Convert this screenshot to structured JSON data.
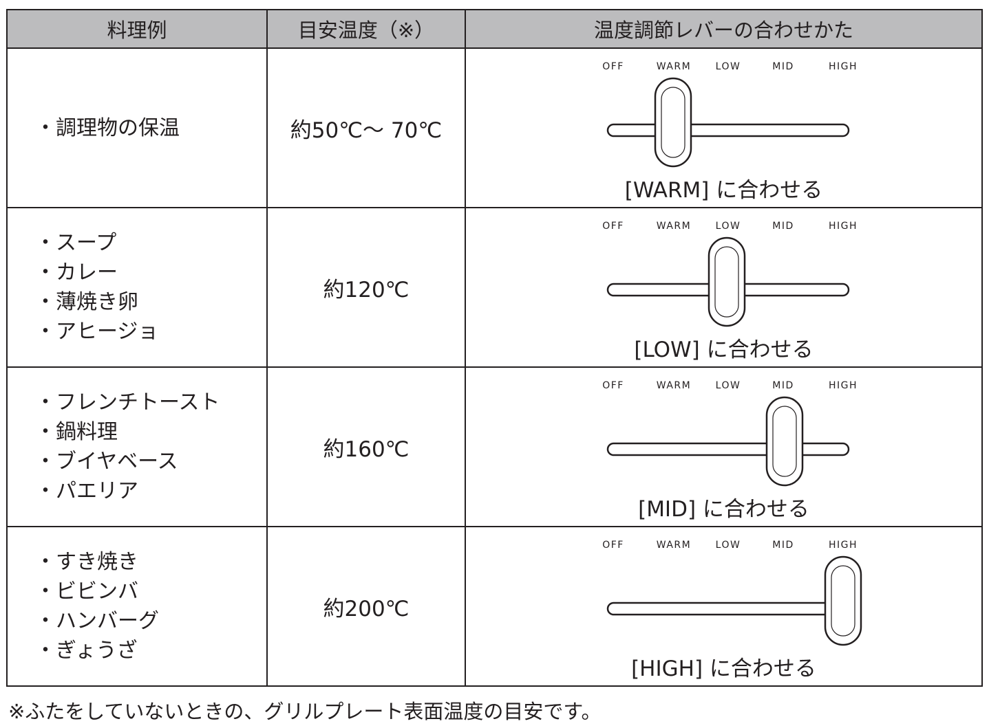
{
  "header": {
    "dish_examples": "料理例",
    "target_temperature": "目安温度（※）",
    "lever_setting": "温度調節レバーの合わせかた"
  },
  "positions": [
    "OFF",
    "WARM",
    "LOW",
    "MID",
    "HIGH"
  ],
  "rows": [
    {
      "items": [
        "調理物の保温"
      ],
      "temperature": "約50℃～ 70℃",
      "position_index": 1,
      "caption": "[WARM] に合わせる"
    },
    {
      "items": [
        "スープ",
        "カレー",
        "薄焼き卵",
        "アヒージョ"
      ],
      "temperature": "約120℃",
      "position_index": 2,
      "caption": "[LOW] に合わせる"
    },
    {
      "items": [
        "フレンチトースト",
        "鍋料理",
        "ブイヤベース",
        "パエリア"
      ],
      "temperature": "約160℃",
      "position_index": 3,
      "caption": "[MID] に合わせる"
    },
    {
      "items": [
        "すき焼き",
        "ビビンバ",
        "ハンバーグ",
        "ぎょうざ"
      ],
      "temperature": "約200℃",
      "position_index": 4,
      "caption": "[HIGH] に合わせる"
    }
  ],
  "footnote": "※ふたをしていないときの、グリルプレート表面温度の目安です。"
}
